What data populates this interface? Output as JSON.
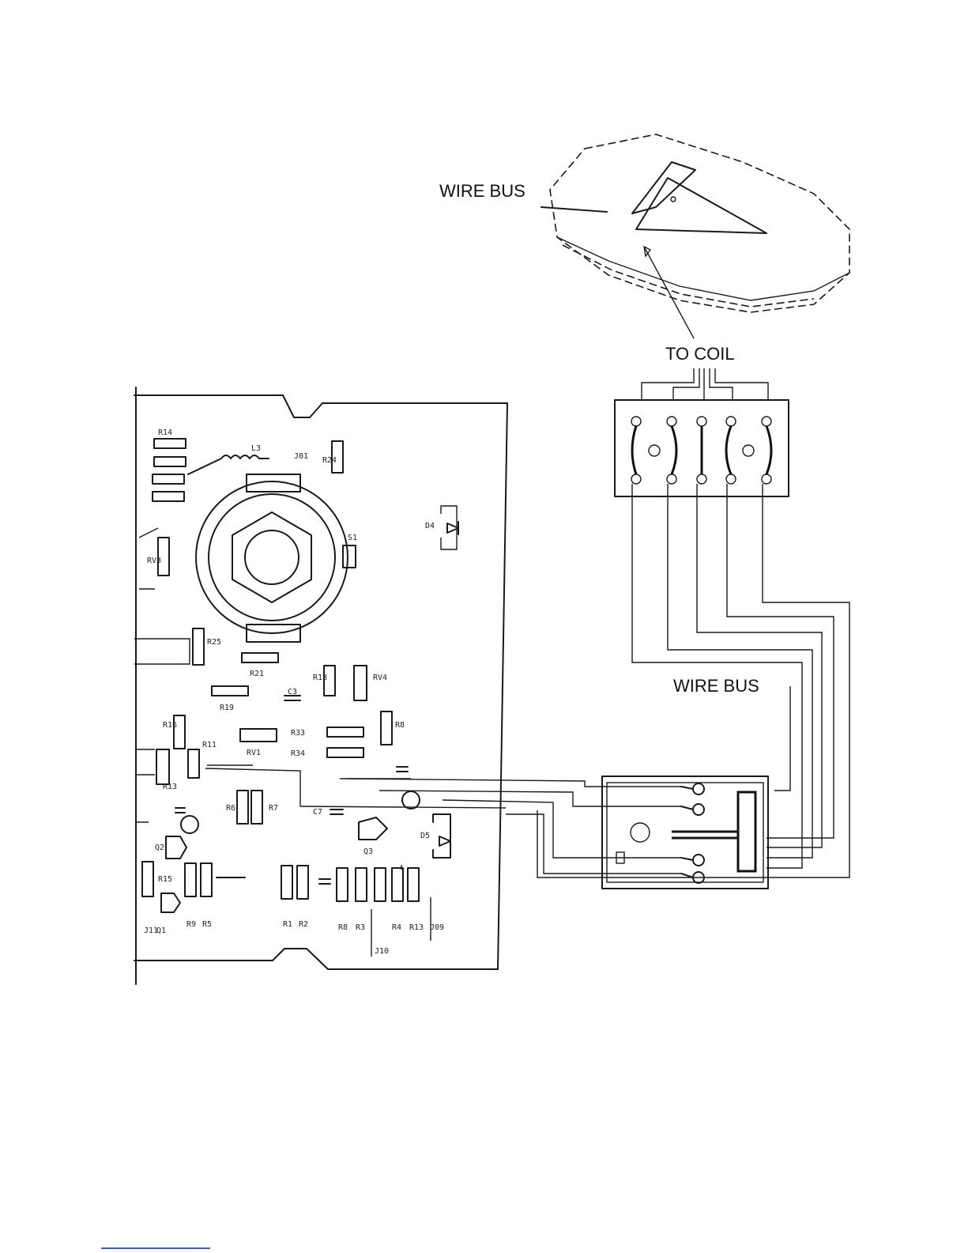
{
  "labels": {
    "wire_bus_top": "WIRE BUS",
    "to_coil": "TO COIL",
    "wire_bus_mid": "WIRE BUS"
  }
}
